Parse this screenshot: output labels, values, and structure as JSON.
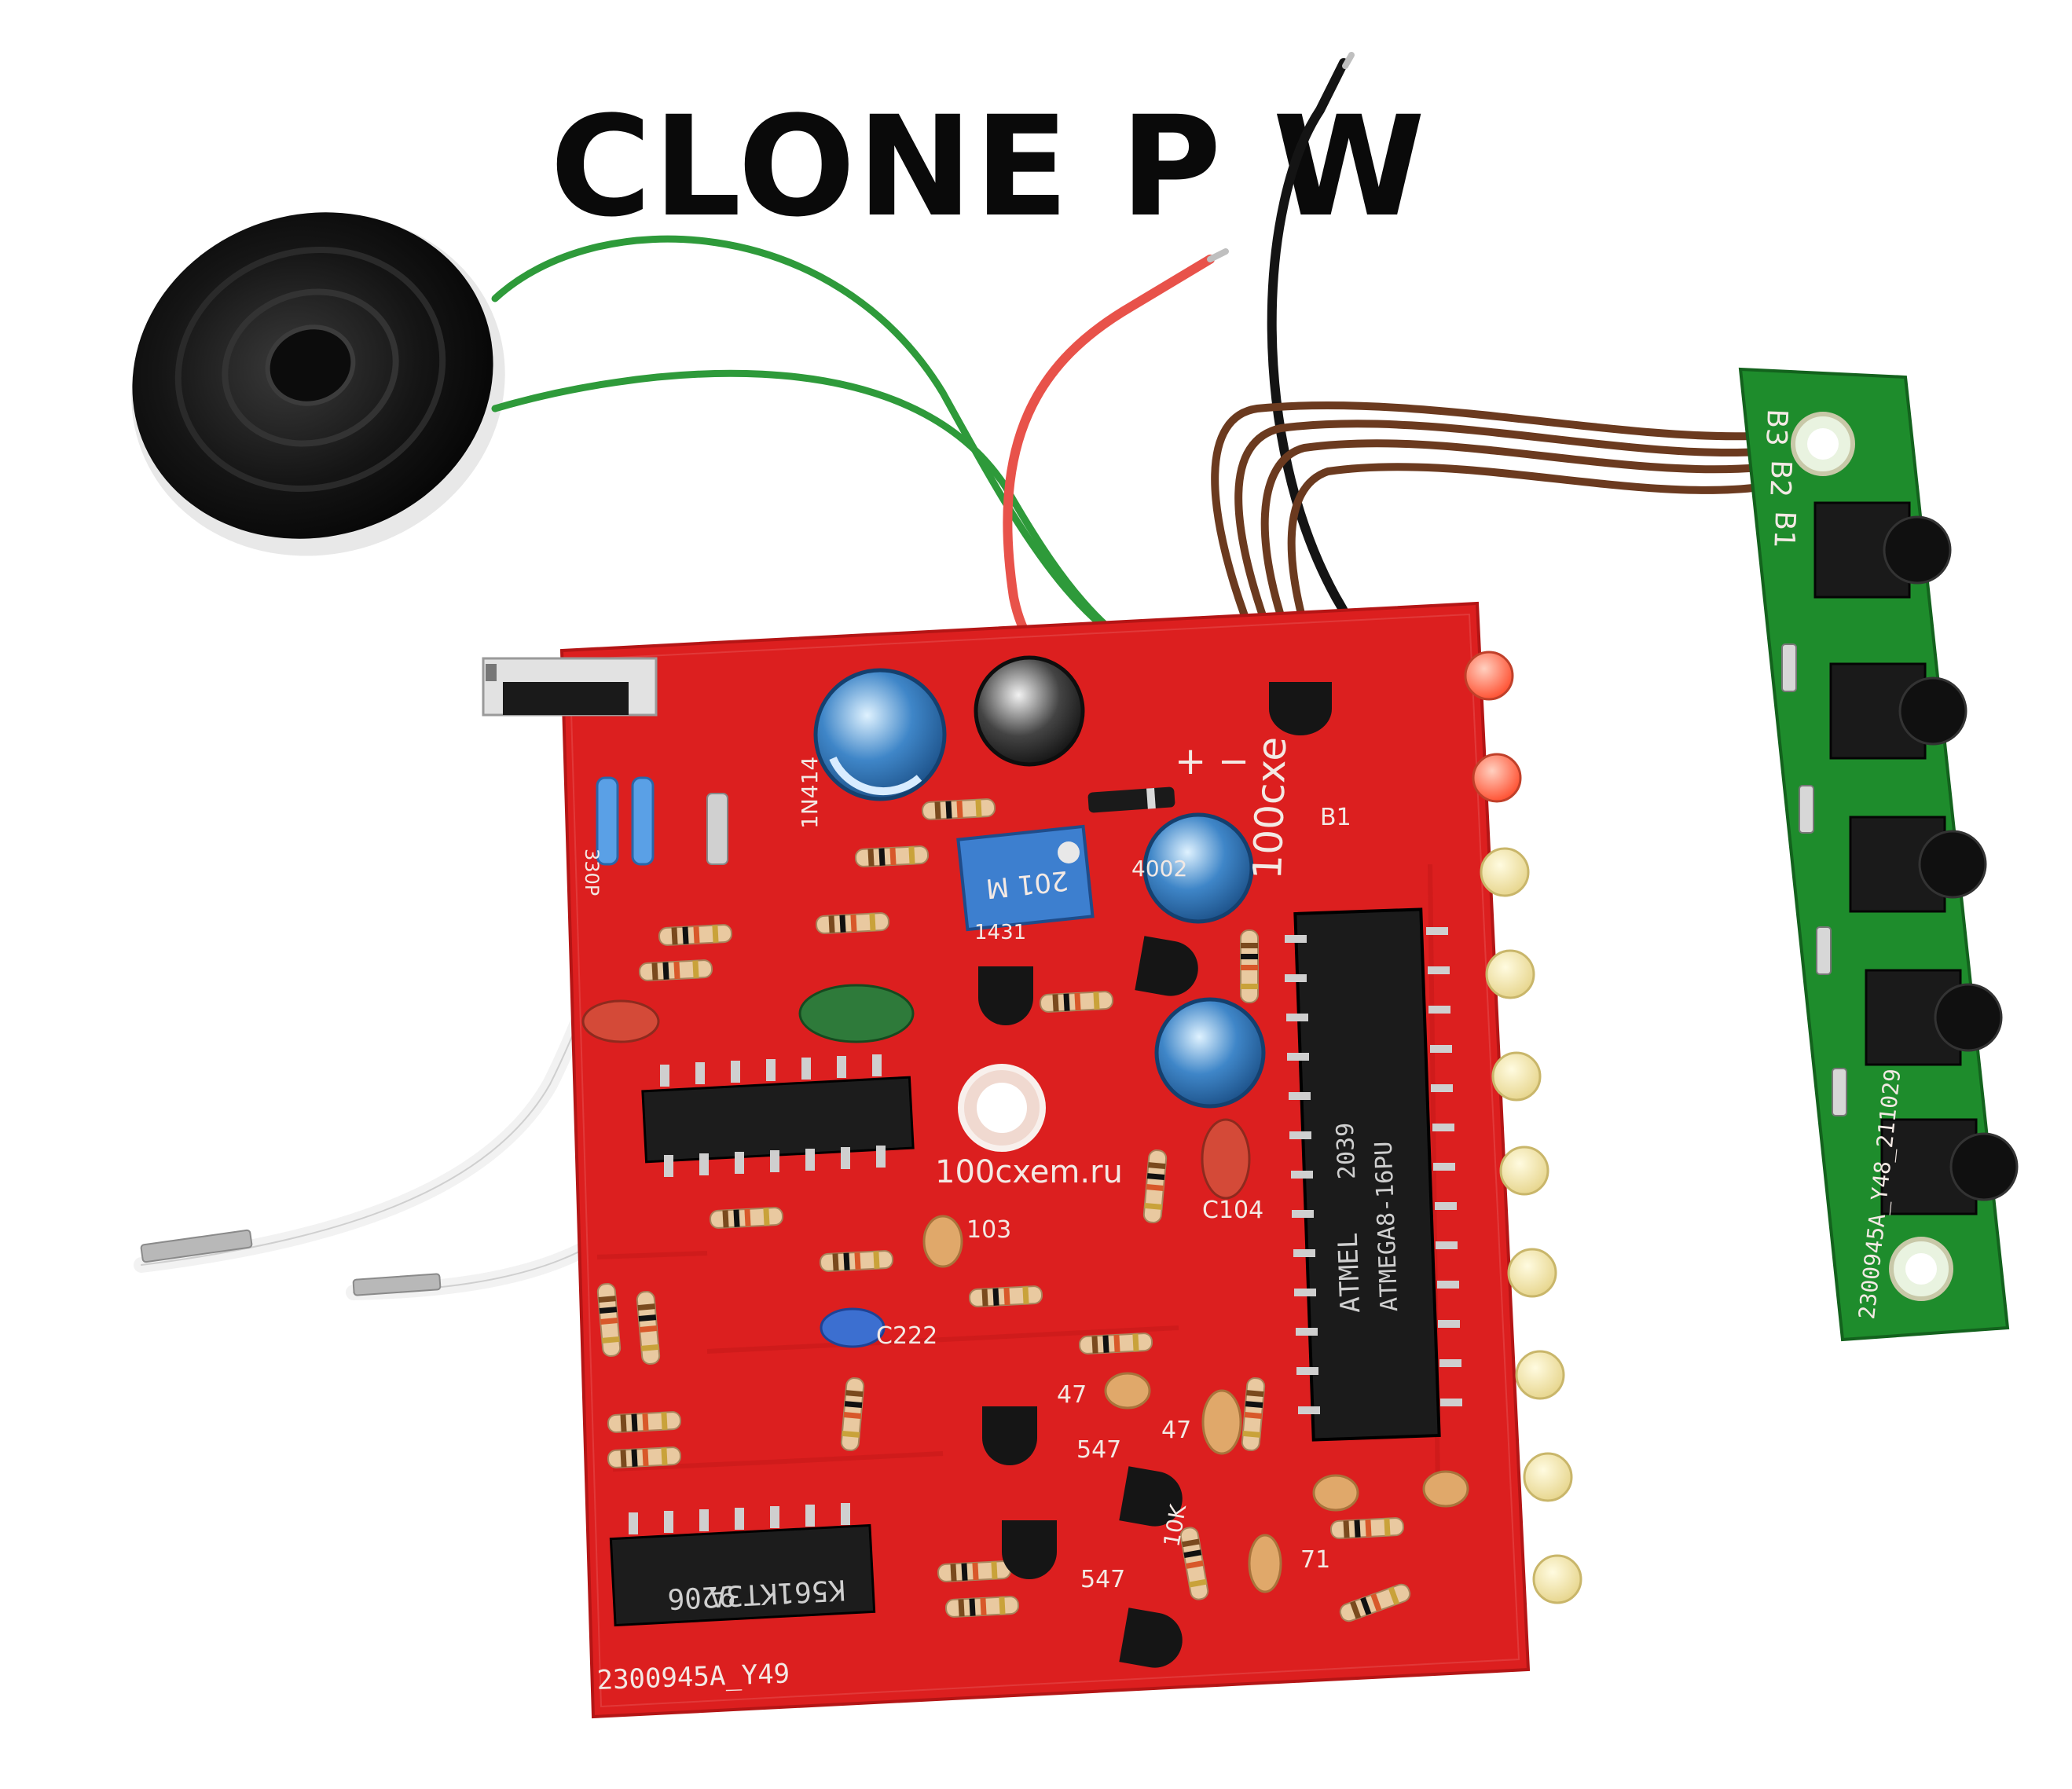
{
  "caption": "CLONE P W",
  "main_board": {
    "url": "100cxem.ru",
    "code": "2300945A_Y49",
    "edge_text": "100cxe",
    "power_plus": "+",
    "power_minus": "−",
    "b1": "B1",
    "diode1": "1N414",
    "diode2": "4002",
    "trim_pot": "201 M",
    "transistor_code": "1431",
    "cap_104": "C104",
    "cap_103": "103",
    "cap_222": "C222",
    "cap_47a": "47",
    "cap_47b": "47",
    "cap_71": "71",
    "trans_547a": "547",
    "trans_547b": "547",
    "res_10k": "10K",
    "res_330p": "330P",
    "mcu_brand": "ATMEL",
    "mcu_date": "2039",
    "mcu_part": "ATMEGA8-16PU",
    "ic_bottom_part": "K561KT3A",
    "ic_bottom_date": "9206"
  },
  "button_board": {
    "labels": [
      "B3",
      "B2",
      "B1"
    ],
    "code": "2300945A_Y48_211029"
  },
  "colors": {
    "pcb_red": "#dc1f1f",
    "pcb_green": "#1e8c2c",
    "wire_green": "#2e9a3a",
    "wire_red": "#e8524a",
    "wire_brown": "#6b3a1f",
    "wire_black": "#141414",
    "led_red": "#ff5a3c",
    "led_yellow": "#f3e7a3"
  }
}
